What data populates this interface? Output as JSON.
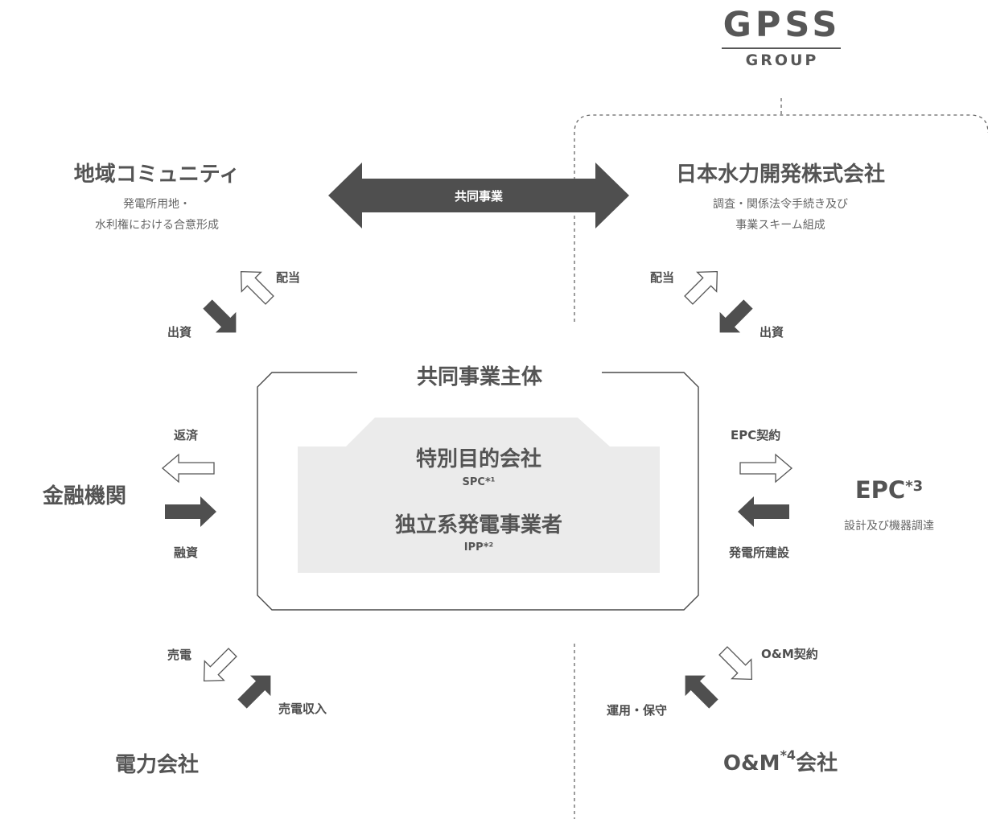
{
  "logo": {
    "main": "GPSS",
    "sub": "GROUP"
  },
  "community": {
    "title": "地域コミュニティ",
    "sub1": "発電所用地・",
    "sub2": "水利権における合意形成"
  },
  "jpower": {
    "title": "日本水力開発株式会社",
    "sub1": "調査・関係法令手続き及び",
    "sub2": "事業スキーム組成"
  },
  "joint_arrow_label": "共同事業",
  "community_flows": {
    "dividend": "配当",
    "investment": "出資"
  },
  "jpower_flows": {
    "dividend": "配当",
    "investment": "出資"
  },
  "joint_entity": {
    "title": "共同事業主体",
    "spc": "特別目的会社",
    "spc_note": "SPC*¹",
    "ipp": "独立系発電事業者",
    "ipp_note": "IPP*²"
  },
  "finance": {
    "title": "金融機関",
    "repay": "返済",
    "loan": "融資"
  },
  "epc": {
    "title": "EPC",
    "note": "*3",
    "sub": "設計及び機器調達",
    "contract": "EPC契約",
    "build": "発電所建設"
  },
  "power_company": {
    "title": "電力会社",
    "sell": "売電",
    "revenue": "売電収入"
  },
  "om": {
    "title": "O&M",
    "note": "*4",
    "suffix": "会社",
    "contract": "O&M契約",
    "operate": "運用・保守"
  },
  "colors": {
    "dark_arrow": "#4f4f4f",
    "text": "#545454",
    "inner_box": "#ebebeb",
    "frame": "#4a4a4a"
  }
}
